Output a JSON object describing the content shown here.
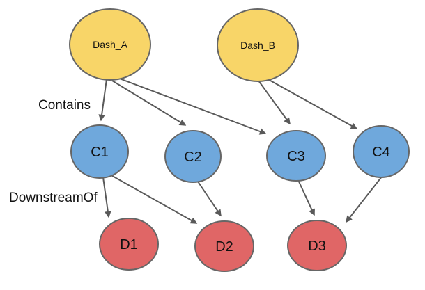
{
  "graph": {
    "edge_type_labels": {
      "contains": "Contains",
      "downstream_of": "DownstreamOf"
    },
    "nodes": {
      "dash_a": {
        "label": "Dash_A",
        "kind": "dashboard"
      },
      "dash_b": {
        "label": "Dash_B",
        "kind": "dashboard"
      },
      "c1": {
        "label": "C1",
        "kind": "chart"
      },
      "c2": {
        "label": "C2",
        "kind": "chart"
      },
      "c3": {
        "label": "C3",
        "kind": "chart"
      },
      "c4": {
        "label": "C4",
        "kind": "chart"
      },
      "d1": {
        "label": "D1",
        "kind": "dataset"
      },
      "d2": {
        "label": "D2",
        "kind": "dataset"
      },
      "d3": {
        "label": "D3",
        "kind": "dataset"
      }
    },
    "edges": [
      {
        "from": "Dash_A",
        "to": "C1",
        "type": "Contains"
      },
      {
        "from": "Dash_A",
        "to": "C2",
        "type": "Contains"
      },
      {
        "from": "Dash_A",
        "to": "C3",
        "type": "Contains"
      },
      {
        "from": "Dash_B",
        "to": "C3",
        "type": "Contains"
      },
      {
        "from": "Dash_B",
        "to": "C4",
        "type": "Contains"
      },
      {
        "from": "C1",
        "to": "D1",
        "type": "DownstreamOf"
      },
      {
        "from": "C1",
        "to": "D2",
        "type": "DownstreamOf"
      },
      {
        "from": "C2",
        "to": "D2",
        "type": "DownstreamOf"
      },
      {
        "from": "C3",
        "to": "D3",
        "type": "DownstreamOf"
      },
      {
        "from": "C4",
        "to": "D3",
        "type": "DownstreamOf"
      }
    ],
    "colors": {
      "dashboard_fill": "#F8D568",
      "chart_fill": "#6FA8DC",
      "dataset_fill": "#E06666",
      "node_border": "#666666",
      "arrow": "#595959",
      "background": "#FFFFFF",
      "label_text": "#111111"
    }
  }
}
